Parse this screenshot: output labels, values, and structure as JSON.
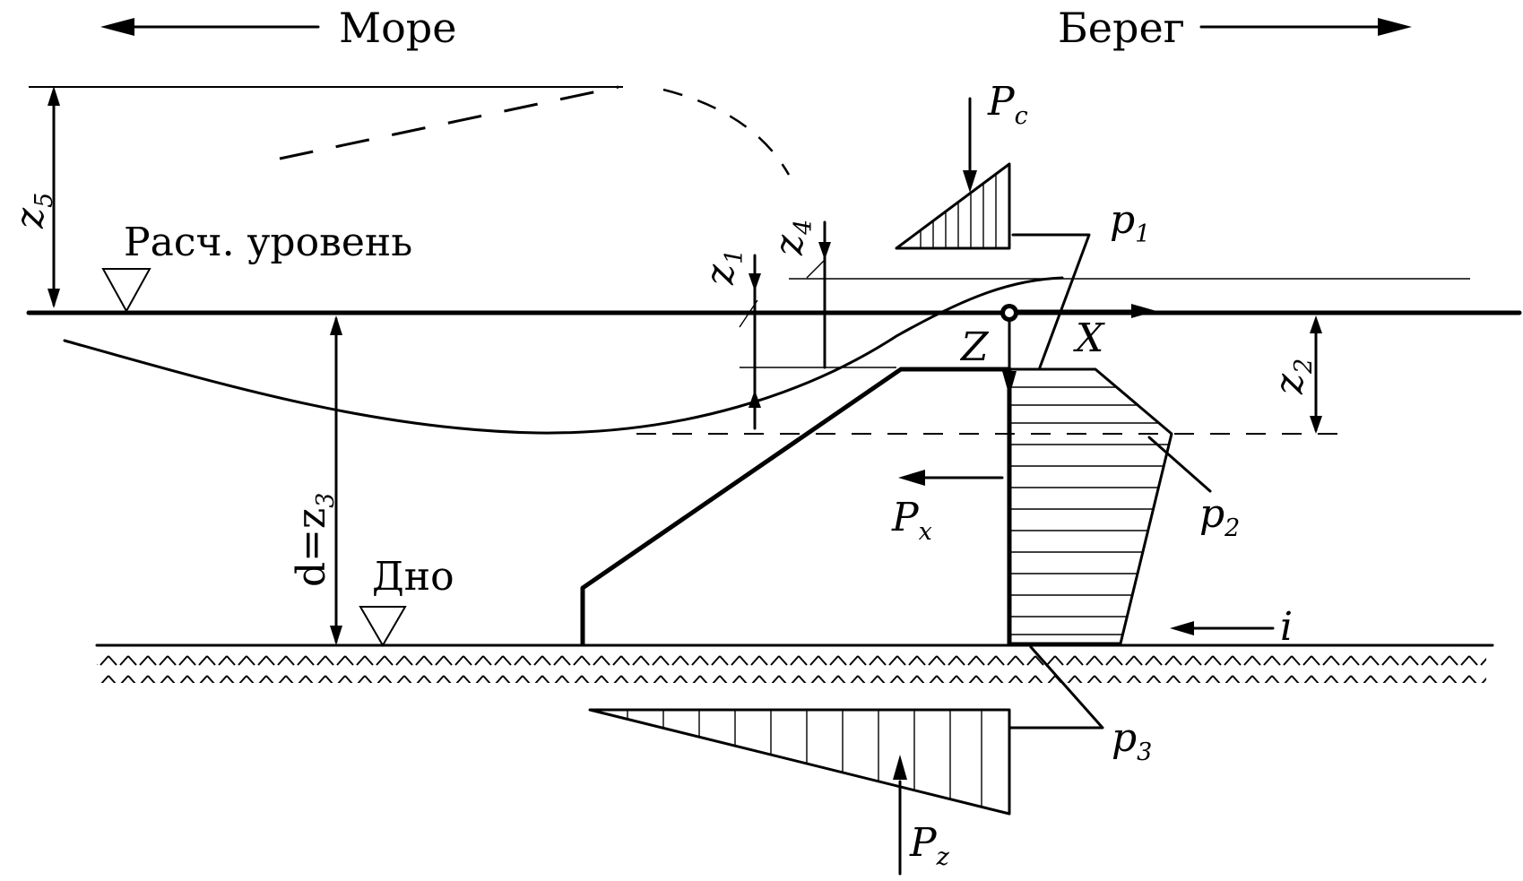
{
  "labels": {
    "sea": "Море",
    "shore": "Берег",
    "design_level": "Расч. уровень",
    "bottom": "Дно",
    "x_axis": "X",
    "z_axis": "Z",
    "z1": {
      "main": "z",
      "sub": "1"
    },
    "z2": {
      "main": "z",
      "sub": "2"
    },
    "z3": {
      "main": "d=z",
      "sub": "3"
    },
    "z4": {
      "main": "z",
      "sub": "4"
    },
    "z5": {
      "main": "z",
      "sub": "5"
    },
    "p1": {
      "main": "p",
      "sub": "1"
    },
    "p2": {
      "main": "p",
      "sub": "2"
    },
    "p3": {
      "main": "p",
      "sub": "3"
    },
    "Pc": {
      "main": "P",
      "sub": "c"
    },
    "Px": {
      "main": "P",
      "sub": "x"
    },
    "Pz": {
      "main": "P",
      "sub": "z"
    },
    "i": "i"
  },
  "colors": {
    "ink": "#000000",
    "paper": "#ffffff"
  }
}
